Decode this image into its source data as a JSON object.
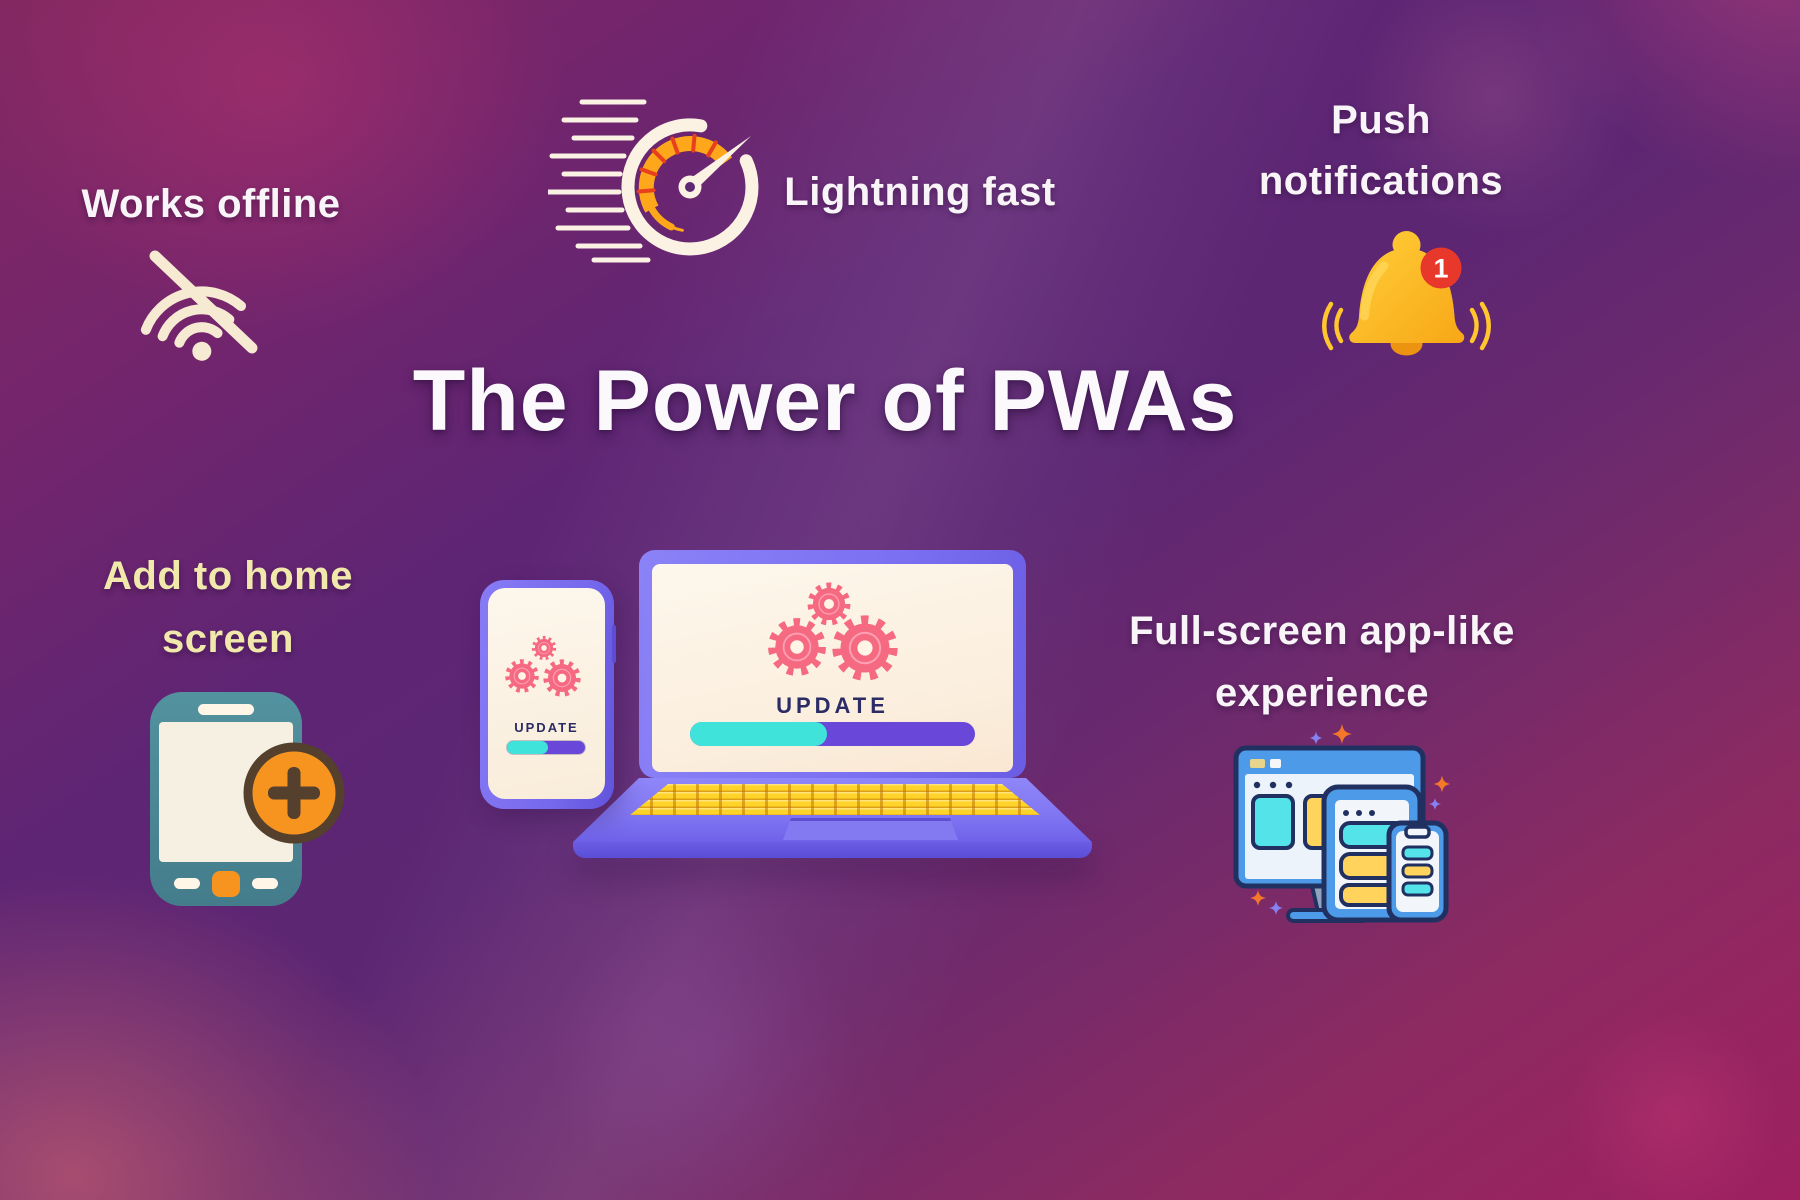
{
  "title": "The Power of PWAs",
  "features": {
    "works_offline": {
      "label": "Works offline",
      "icon": "wifi-off-icon"
    },
    "lightning_fast": {
      "label": "Lightning fast",
      "icon": "speedometer-icon"
    },
    "push_notifications": {
      "line1": "Push",
      "line2": "notifications",
      "icon": "notification-bell-icon",
      "badge_count": "1"
    },
    "add_to_home_screen": {
      "line1": "Add to home",
      "line2": "screen",
      "icon": "phone-add-icon"
    },
    "full_screen": {
      "line1": "Full-screen app-like",
      "line2": "experience",
      "icon": "responsive-devices-icon"
    }
  },
  "illustration": {
    "laptop": {
      "update_label": "UPDATE",
      "progress_percent": 48
    },
    "phone": {
      "update_label": "UPDATE",
      "progress_percent": 52
    }
  },
  "colors": {
    "background_purple": "#5C2673",
    "background_magenta": "#9E2060",
    "title_text": "#FCF9FC",
    "label_text": "#F8F4F8",
    "pale_yellow_label": "#F1E8AC",
    "cream_icon": "#F7EAD2",
    "gear_pink": "#F5697F",
    "progress_cyan": "#3FE3DA",
    "progress_purple": "#6847D9",
    "device_periwinkle": "#7B70F2",
    "keyboard_yellow": "#FFD42A",
    "bell_gold": "#FFBE24",
    "badge_red": "#E8382B",
    "update_navy": "#2B2B66",
    "teal_phone": "#4E8A97",
    "orange_accent": "#F79420",
    "icon_blue": "#4D9BE8",
    "icon_navy": "#203061"
  }
}
